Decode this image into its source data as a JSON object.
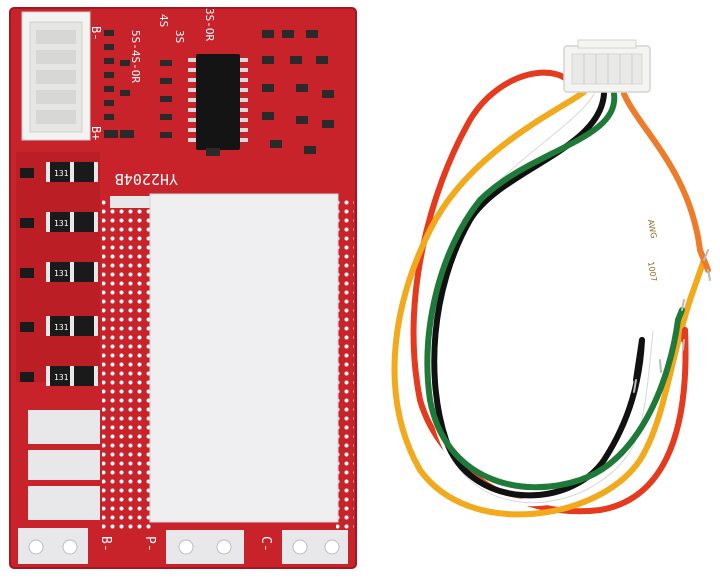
{
  "board": {
    "model": "YH2204B",
    "config_label": "5S-4S-OR",
    "config_label_2": "3S-OR",
    "series_4s": "4S",
    "series_3s": "3S",
    "b_minus_top": "B-",
    "b_plus": "B+",
    "resistor_code": "131",
    "pad_b_minus": "B-",
    "pad_p_minus": "P-",
    "pad_c_minus": "C-",
    "colors": {
      "pcb": "#c8222b",
      "pcb_dark": "#a5161e",
      "silkscreen": "#ffffff",
      "tin": "#e8e8ea",
      "chip": "#141414"
    }
  },
  "cable": {
    "print_1": "AWG",
    "print_2": "1007",
    "colors": {
      "connector": "#f4f4f2",
      "wires": [
        "#e63a1f",
        "#f2a91c",
        "#ffffff",
        "#111111",
        "#1f7a3a",
        "#ed7b2a"
      ]
    }
  }
}
